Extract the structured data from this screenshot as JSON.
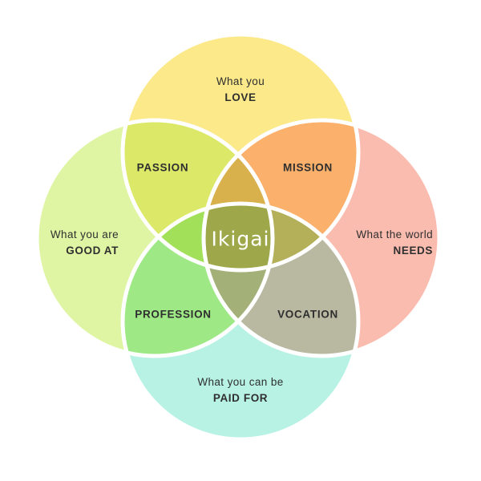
{
  "circles": {
    "love": {
      "line1": "What you",
      "line2": "LOVE",
      "color": "#fbe98a"
    },
    "good": {
      "line1": "What you are",
      "line2": "GOOD AT",
      "color": "#dff5a4"
    },
    "needs": {
      "line1": "What the world",
      "line2": "NEEDS",
      "color": "#fbbcb0"
    },
    "paid": {
      "line1": "What you can be",
      "line2": "PAID FOR",
      "color": "#b7f2e4"
    }
  },
  "regions": {
    "passion": {
      "label": "PASSION",
      "color": "#dbe868"
    },
    "mission": {
      "label": "MISSION",
      "color": "#fbb06b"
    },
    "profession": {
      "label": "PROFESSION",
      "color": "#9ee886"
    },
    "vocation": {
      "label": "VOCATION",
      "color": "#b9b9a2"
    }
  },
  "center": {
    "label": "Ikigai",
    "color": "#9ea84a"
  },
  "triples": {
    "love_good_needs": "#d8b04c",
    "love_good_paid": "#a3e05a",
    "love_needs_paid": "#b4b05a",
    "good_needs_paid": "#a3b078"
  },
  "outline_color": "#ffffff"
}
